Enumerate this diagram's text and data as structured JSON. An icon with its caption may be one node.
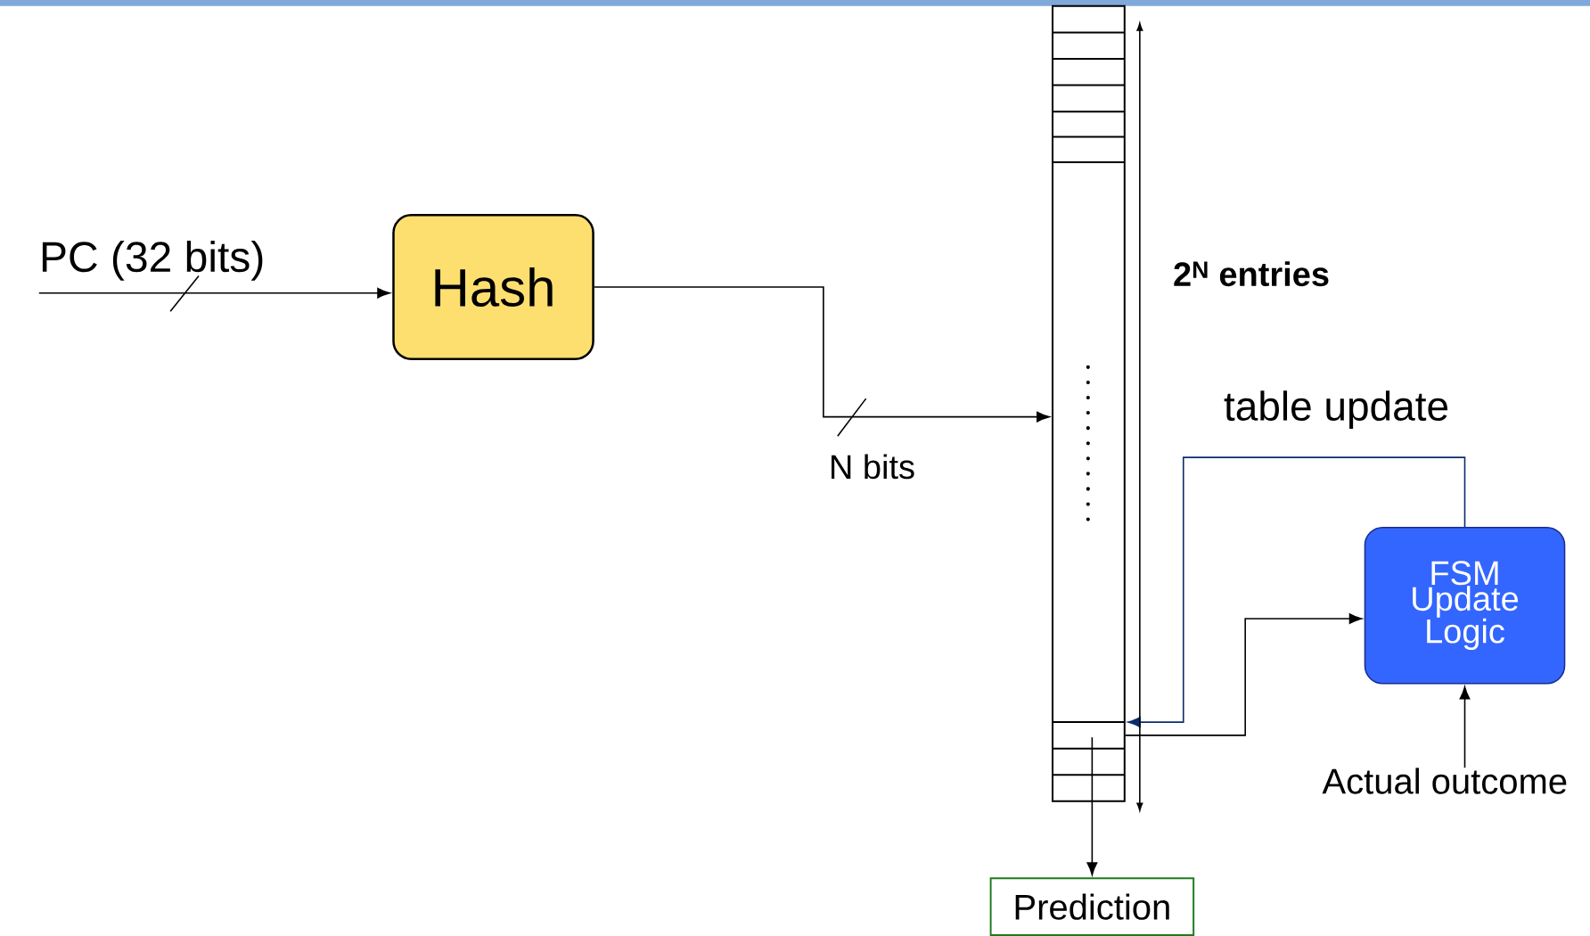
{
  "diagram": {
    "nodes": [
      {
        "text": [
          "PC (32 bits)"
        ]
      },
      {
        "text": [
          "Hash"
        ]
      },
      {
        "text": [],
        "shape": "box"
      },
      {
        "text": [
          "FSM Update Logic"
        ]
      },
      {
        "text": [
          "Actual outcome"
        ]
      },
      {
        "text": [
          "Prediction"
        ]
      }
    ],
    "edges": [
      {
        "from": 0,
        "to": 1,
        "arrow": "to"
      },
      {
        "from": 1,
        "to": 2,
        "arrow": "to",
        "label": "N bits"
      },
      {
        "from": 3,
        "to": 2,
        "arrow": "to",
        "label": "table update",
        "color": "#0b2d6e"
      },
      {
        "from": 2,
        "to": 3,
        "arrow": "to"
      },
      {
        "from": 4,
        "to": 3,
        "arrow": "to"
      },
      {
        "from": 2,
        "to": 5,
        "arrow": "to"
      }
    ],
    "labels": [
      "2$^{N}$ entries"
    ]
  }
}
